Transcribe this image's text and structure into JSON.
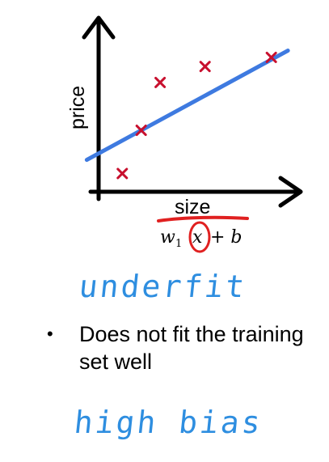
{
  "chart_data": {
    "type": "scatter",
    "xlabel": "size",
    "ylabel": "price",
    "points": [
      {
        "x": 1.0,
        "y": 0.8
      },
      {
        "x": 1.8,
        "y": 2.7
      },
      {
        "x": 2.6,
        "y": 4.8
      },
      {
        "x": 4.5,
        "y": 5.5
      },
      {
        "x": 7.3,
        "y": 5.9
      }
    ],
    "fit_line": {
      "x": [
        -0.5,
        8.0
      ],
      "y": [
        1.4,
        6.2
      ]
    },
    "xlim": [
      0,
      8.2
    ],
    "ylim": [
      0,
      7.0
    ],
    "grid": false,
    "colors": {
      "points": "#c8102e",
      "fit_line": "#3e7ae0",
      "annotation": "#e02020",
      "handwriting": "#2e8ee0"
    }
  },
  "equation": {
    "w": "w",
    "sub": "1",
    "x": "x",
    "rest": "+ b"
  },
  "annotations": {
    "fit_label": "underfit",
    "bias_label": "high bias"
  },
  "bullet": {
    "symbol": "•",
    "text": "Does not fit the training set well"
  }
}
